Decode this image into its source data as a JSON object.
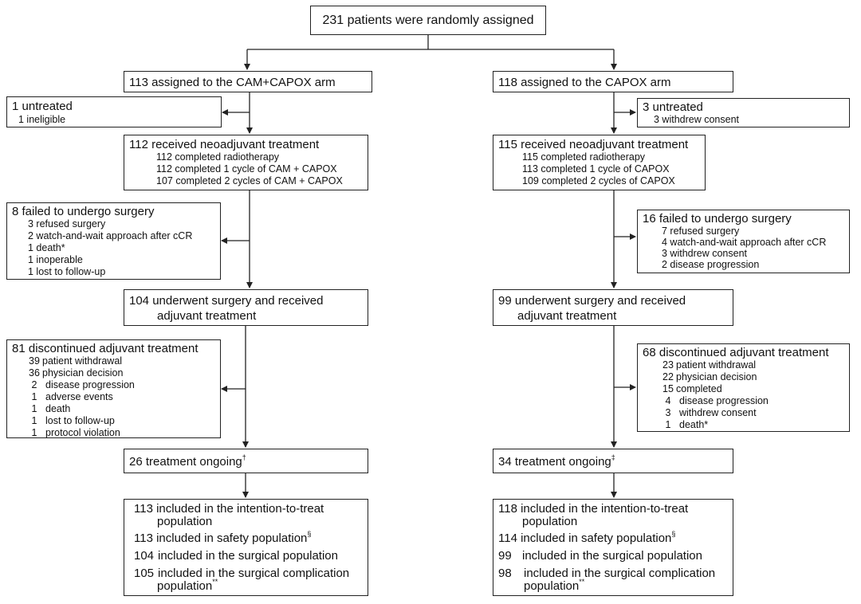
{
  "top": {
    "text": "231 patients were randomly assigned"
  },
  "left": {
    "arm": "113 assigned to the CAM+CAPOX arm",
    "untreated": {
      "title": "1 untreated",
      "items": [
        "1 ineligible"
      ]
    },
    "neoadjuvant": {
      "title": "112 received neoadjuvant treatment",
      "items": [
        "112 completed radiotherapy",
        "112 completed 1 cycle of CAM + CAPOX",
        "107 completed 2 cycles of CAM + CAPOX"
      ]
    },
    "failed": {
      "title": "8 failed to undergo surgery",
      "items": [
        "3 refused surgery",
        "2 watch-and-wait approach after cCR",
        "1 death*",
        "1 inoperable",
        "1 lost to follow-up"
      ]
    },
    "surgery": {
      "line1": "104 underwent surgery and received",
      "line2": "adjuvant treatment"
    },
    "discontinued": {
      "title": "81 discontinued adjuvant treatment",
      "items": [
        {
          "n": "39",
          "label": "patient withdrawal"
        },
        {
          "n": "36",
          "label": "physician decision"
        },
        {
          "n": "2",
          "label": "disease progression"
        },
        {
          "n": "1",
          "label": "adverse events"
        },
        {
          "n": "1",
          "label": "death"
        },
        {
          "n": "1",
          "label": "lost to follow-up"
        },
        {
          "n": "1",
          "label": "protocol violation"
        }
      ]
    },
    "ongoing": {
      "text": "26 treatment ongoing",
      "mark": "†"
    },
    "populations": {
      "itt1": "113 included in the intention-to-treat",
      "itt2": "population",
      "safety": "113 included in safety population",
      "safety_mark": "§",
      "surg_n": "104",
      "surg": "included in the surgical population",
      "comp_n": "105",
      "comp1": "included in the surgical complication",
      "comp2": "population",
      "comp_mark": "**"
    }
  },
  "right": {
    "arm": "118 assigned to the CAPOX arm",
    "untreated": {
      "title": "3 untreated",
      "items": [
        "3 withdrew consent"
      ]
    },
    "neoadjuvant": {
      "title": "115 received neoadjuvant treatment",
      "items": [
        "115 completed radiotherapy",
        "113 completed 1 cycle of CAPOX",
        "109 completed 2 cycles of CAPOX"
      ]
    },
    "failed": {
      "title": "16 failed to undergo surgery",
      "items": [
        "7 refused surgery",
        "4 watch-and-wait approach after cCR",
        "3 withdrew consent",
        "2 disease progression"
      ]
    },
    "surgery": {
      "line1": "99 underwent surgery and received",
      "line2": "adjuvant treatment"
    },
    "discontinued": {
      "title": "68 discontinued adjuvant treatment",
      "items": [
        {
          "n": "23",
          "label": "patient withdrawal"
        },
        {
          "n": "22",
          "label": "physician decision"
        },
        {
          "n": "15",
          "label": "completed"
        },
        {
          "n": "4",
          "label": "disease progression"
        },
        {
          "n": "3",
          "label": "withdrew consent"
        },
        {
          "n": "1",
          "label": "death*"
        }
      ]
    },
    "ongoing": {
      "text": "34 treatment ongoing",
      "mark": "‡"
    },
    "populations": {
      "itt1": "118 included in the intention-to-treat",
      "itt2": "population",
      "safety": "114 included in safety population",
      "safety_mark": "§",
      "surg_n": "99",
      "surg": "included in the surgical population",
      "comp_n": "98",
      "comp1": "included in the surgical complication",
      "comp2": "population",
      "comp_mark": "**"
    }
  }
}
